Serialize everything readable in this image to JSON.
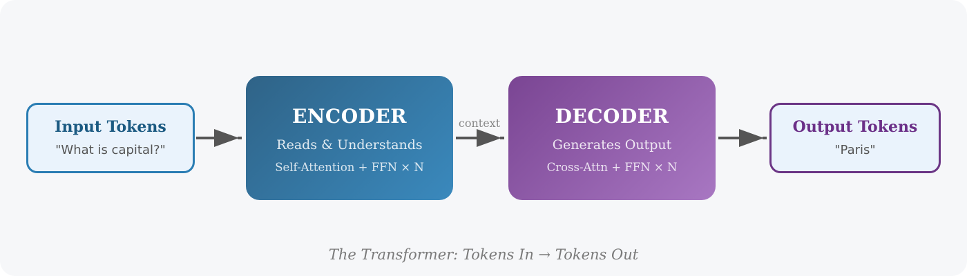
{
  "input": {
    "title": "Input Tokens",
    "text": "\"What is capital?\""
  },
  "encoder": {
    "title": "ENCODER",
    "subtitle": "Reads & Understands",
    "detail": "Self-Attention + FFN × N"
  },
  "context_label": "context",
  "decoder": {
    "title": "DECODER",
    "subtitle": "Generates Output",
    "detail": "Cross-Attn + FFN × N"
  },
  "output": {
    "title": "Output Tokens",
    "text": "\"Paris\""
  },
  "caption": "The Transformer: Tokens In → Tokens Out",
  "colors": {
    "encoder": "#3274a1",
    "decoder": "#9461ad",
    "input_border": "#2a7db3",
    "output_border": "#6b3585",
    "arrow": "#555555"
  }
}
